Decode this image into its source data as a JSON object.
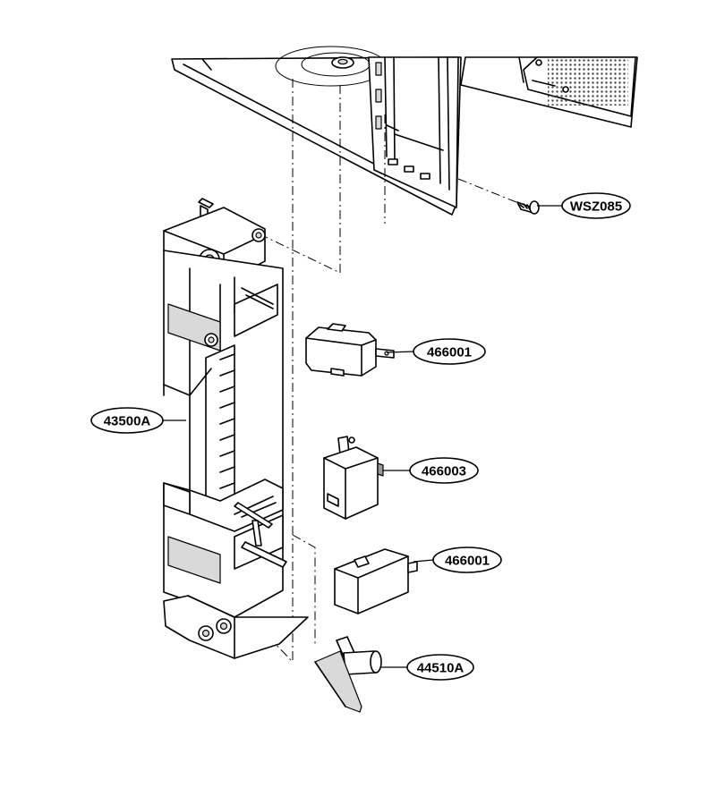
{
  "callouts": {
    "screw": "WSZ085",
    "switch_top": "466001",
    "switch_mid": "466003",
    "switch_low": "466001",
    "lever": "44510A",
    "hook": "43500A"
  }
}
